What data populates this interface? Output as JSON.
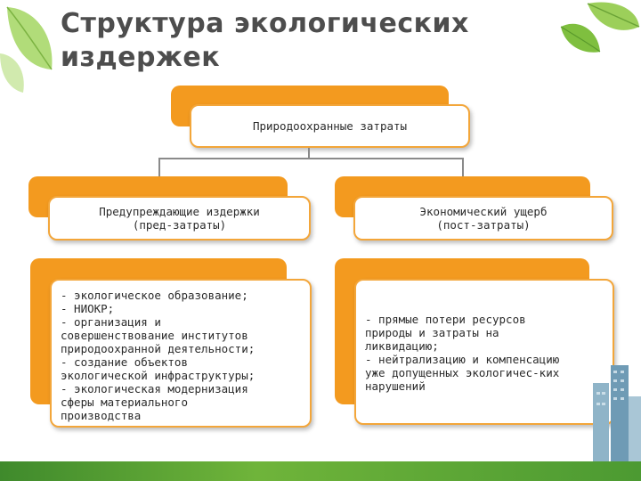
{
  "title": {
    "line1": "Структура экологических",
    "line2": "издержек"
  },
  "diagram": {
    "root": "Природоохранные затраты",
    "left_head": {
      "line1": "Предупреждающие издержки",
      "line2": "(пред-затраты)"
    },
    "right_head": {
      "line1": "Экономический ущерб",
      "line2": "(пост-затраты)"
    },
    "left_items": [
      "- экологическое образование;",
      "- НИОКР;",
      "- организация и",
      "совершенствование институтов",
      "природоохранной деятельности;",
      "- создание объектов",
      "экологической инфраструктуры;",
      "- экологическая модернизация",
      "сферы материального",
      "производства"
    ],
    "right_items": [
      "- прямые потери ресурсов",
      "природы и затраты на",
      "ликвидацию;",
      "- нейтрализацию и компенсацию",
      "уже допущенных экологичес-ких",
      "нарушений"
    ]
  },
  "colors": {
    "accent_orange": "#f39a1f",
    "leaf_green": "#8cc63f",
    "bar_green": "#5aa436"
  }
}
